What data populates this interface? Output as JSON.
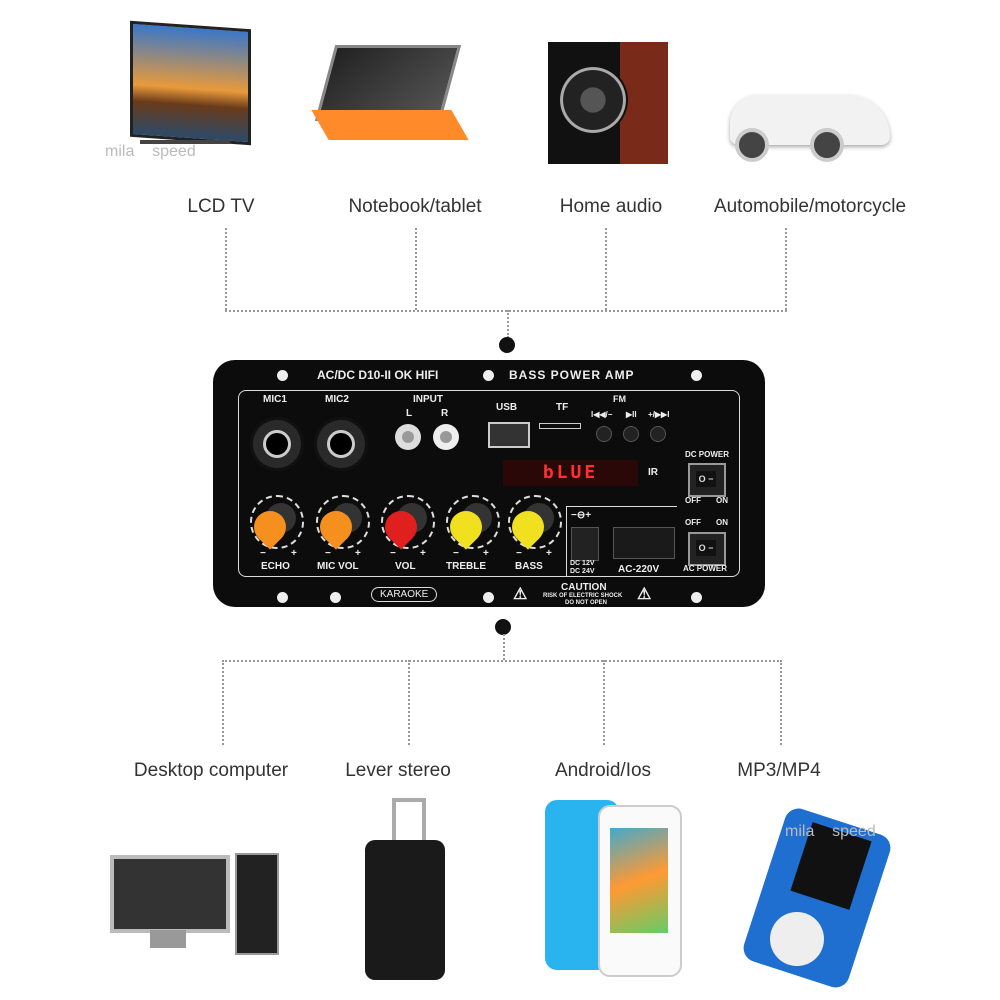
{
  "top_devices": [
    {
      "label": "LCD TV"
    },
    {
      "label": "Notebook/tablet"
    },
    {
      "label": "Home audio"
    },
    {
      "label": "Automobile/motorcycle"
    }
  ],
  "bottom_devices": [
    {
      "label": "Desktop computer"
    },
    {
      "label": "Lever stereo"
    },
    {
      "label": "Android/Ios"
    },
    {
      "label": "MP3/MP4"
    }
  ],
  "watermarks": [
    "mila  speed",
    "mila  speed"
  ],
  "amp": {
    "title_left": "AC/DC D10-II OK HIFI",
    "title_right": "BASS POWER AMP",
    "mic1": "MIC1",
    "mic2": "MIC2",
    "input": "INPUT",
    "input_l": "L",
    "input_r": "R",
    "usb": "USB",
    "tf": "TF",
    "fm": "FM",
    "prev": "I◀◀/−",
    "play": "▶II",
    "next": "+/▶▶I",
    "display": "bLUE",
    "ir": "IR",
    "dc_power": "DC POWER",
    "off": "OFF",
    "on": "ON",
    "ac_power": "AC POWER",
    "dc_symbol": "−⊖+",
    "dc_rating": "DC 12V\nDC 24V",
    "ac_rating": "AC-220V",
    "knobs": [
      {
        "label": "ECHO",
        "color": "#f5901e"
      },
      {
        "label": "MIC VOL",
        "color": "#f5901e"
      },
      {
        "label": "VOL",
        "color": "#e0201e"
      },
      {
        "label": "TREBLE",
        "color": "#f0e020"
      },
      {
        "label": "BASS",
        "color": "#f0e020"
      }
    ],
    "minus": "−",
    "plus": "+",
    "karaoke": "KARAOKE",
    "caution": "CAUTION",
    "caution_line1": "RISK OF ELECTRIC SHOCK",
    "caution_line2": "DO NOT OPEN",
    "switch_glyph": "O −"
  }
}
